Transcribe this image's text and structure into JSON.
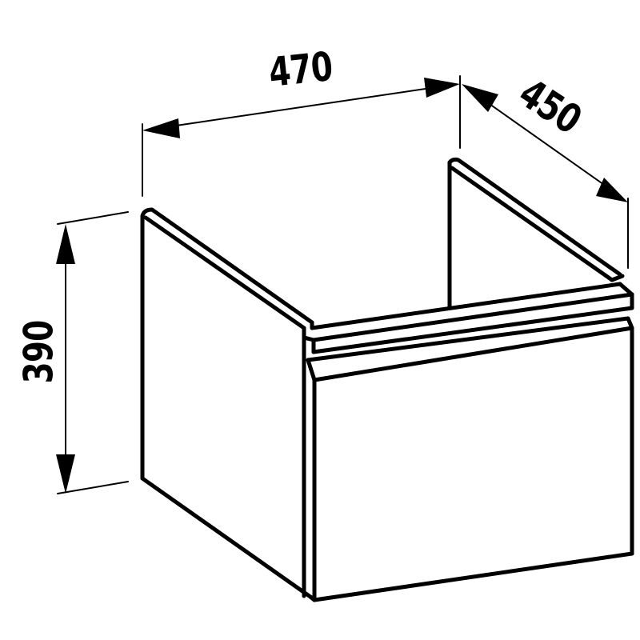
{
  "drawing": {
    "type": "technical dimension drawing",
    "subject": "wall-hung vanity cabinet with one drawer",
    "line_color": "#000000",
    "background_color": "#ffffff"
  },
  "dimensions": {
    "width": {
      "value": "470",
      "label": "470"
    },
    "depth": {
      "value": "450",
      "label": "450"
    },
    "height": {
      "value": "390",
      "label": "390"
    }
  }
}
